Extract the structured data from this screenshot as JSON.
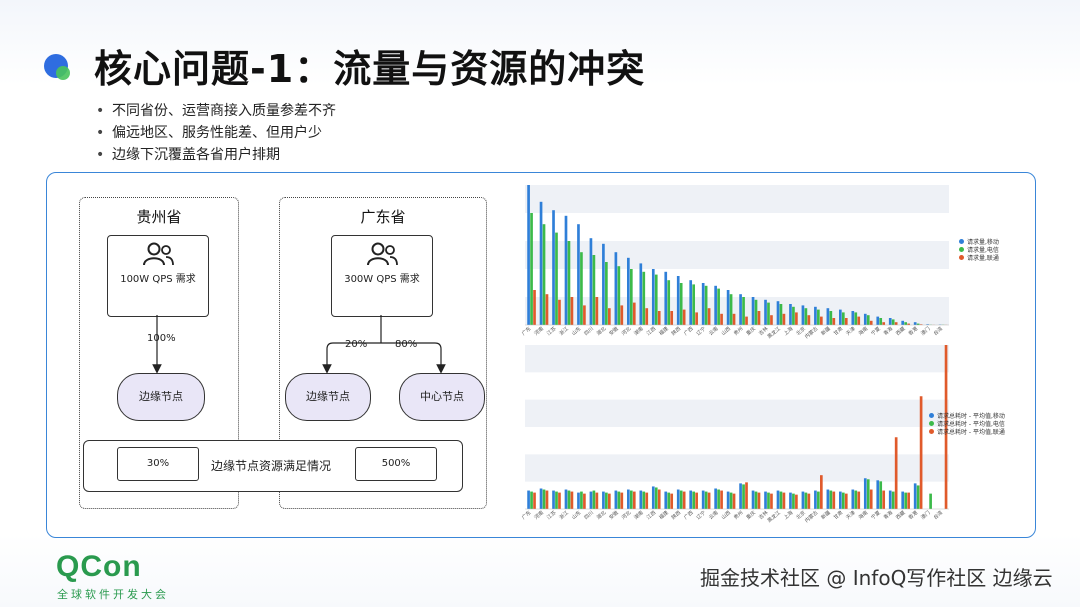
{
  "header": {
    "title": "核心问题-1：流量与资源的冲突",
    "bullets": [
      "不同省份、运营商接入质量参差不齐",
      "偏远地区、服务性能差、但用户少",
      "边缘下沉覆盖各省用户排期"
    ]
  },
  "diagram": {
    "guizhou": {
      "title": "贵州省",
      "demand": "100W QPS 需求",
      "split": "100%",
      "node": "边缘节点"
    },
    "guangdong": {
      "title": "广东省",
      "demand": "300W QPS 需求",
      "split_left": "20%",
      "split_right": "80%",
      "node_left": "边缘节点",
      "node_right": "中心节点"
    },
    "resource": {
      "left_value": "30%",
      "label": "边缘节点资源满足情况",
      "right_value": "500%"
    }
  },
  "colors": {
    "mobile": "#2f7fd8",
    "telecom": "#3cba4a",
    "unicom": "#e05a2b",
    "accent": "#3a86d8",
    "brand": "#2a9a4e",
    "node_fill": "#e9e6f7"
  },
  "chart_data": [
    {
      "type": "bar",
      "categories": [
        "广东",
        "河南",
        "江苏",
        "浙江",
        "山东",
        "四川",
        "湖北",
        "安徽",
        "河北",
        "湖南",
        "江西",
        "福建",
        "陕西",
        "广西",
        "辽宁",
        "云南",
        "山西",
        "贵州",
        "重庆",
        "吉林",
        "黑龙江",
        "上海",
        "北京",
        "内蒙古",
        "新疆",
        "甘肃",
        "天津",
        "海南",
        "宁夏",
        "青海",
        "西藏",
        "香港",
        "澳门",
        "台湾"
      ],
      "series": [
        {
          "name": "请求量,移动",
          "values": [
            100,
            88,
            82,
            78,
            72,
            62,
            58,
            52,
            48,
            44,
            40,
            38,
            35,
            32,
            30,
            28,
            25,
            22,
            20,
            18,
            17,
            15,
            14,
            13,
            12,
            11,
            10,
            8,
            6,
            5,
            3,
            2,
            0.5,
            0.3
          ]
        },
        {
          "name": "请求量,电信",
          "values": [
            80,
            72,
            66,
            60,
            52,
            50,
            45,
            42,
            40,
            38,
            36,
            32,
            30,
            29,
            28,
            26,
            22,
            20,
            18,
            16,
            15,
            13,
            12,
            11,
            10,
            9,
            9,
            7,
            5,
            4,
            2,
            1,
            0.2,
            0.2
          ]
        },
        {
          "name": "请求量,联通",
          "values": [
            25,
            22,
            18,
            20,
            14,
            20,
            12,
            14,
            16,
            12,
            10,
            10,
            11,
            9,
            12,
            8,
            8,
            6,
            10,
            7,
            8,
            9,
            7,
            6,
            5,
            5,
            6,
            3,
            2,
            2,
            1,
            0.5,
            0.1,
            0.1
          ]
        }
      ],
      "legend_position": "right",
      "grid": true
    },
    {
      "type": "bar",
      "categories": [
        "广东",
        "河南",
        "江苏",
        "浙江",
        "山东",
        "四川",
        "湖北",
        "安徽",
        "河北",
        "湖南",
        "江西",
        "福建",
        "陕西",
        "广西",
        "辽宁",
        "云南",
        "山西",
        "贵州",
        "重庆",
        "吉林",
        "黑龙江",
        "上海",
        "北京",
        "内蒙古",
        "新疆",
        "甘肃",
        "天津",
        "海南",
        "宁夏",
        "青海",
        "西藏",
        "香港",
        "澳门",
        "台湾"
      ],
      "series": [
        {
          "name": "请求总耗时 - 平均值,移动",
          "values": [
            18,
            20,
            18,
            19,
            16,
            17,
            17,
            18,
            19,
            18,
            22,
            17,
            19,
            18,
            18,
            20,
            17,
            25,
            18,
            17,
            18,
            16,
            17,
            18,
            19,
            17,
            19,
            30,
            28,
            18,
            17,
            25,
            0,
            0
          ]
        },
        {
          "name": "请求总耗时 - 平均值,电信",
          "values": [
            17,
            19,
            17,
            18,
            17,
            18,
            16,
            17,
            18,
            17,
            21,
            16,
            18,
            17,
            17,
            19,
            16,
            24,
            17,
            16,
            17,
            15,
            16,
            17,
            18,
            16,
            18,
            29,
            27,
            17,
            16,
            23,
            15,
            0
          ]
        },
        {
          "name": "请求总耗时 - 平均值,联通",
          "values": [
            16,
            18,
            16,
            17,
            15,
            16,
            15,
            16,
            17,
            16,
            19,
            15,
            17,
            16,
            16,
            18,
            15,
            26,
            16,
            15,
            16,
            14,
            15,
            33,
            17,
            15,
            17,
            19,
            18,
            70,
            16,
            110,
            0,
            160
          ]
        }
      ],
      "legend_position": "right",
      "grid": true
    }
  ],
  "footer": {
    "brand": "QCon",
    "brand_sub": "全球软件开发大会",
    "watermark": "掘金技术社区 @ InfoQ写作社区 边缘云"
  }
}
